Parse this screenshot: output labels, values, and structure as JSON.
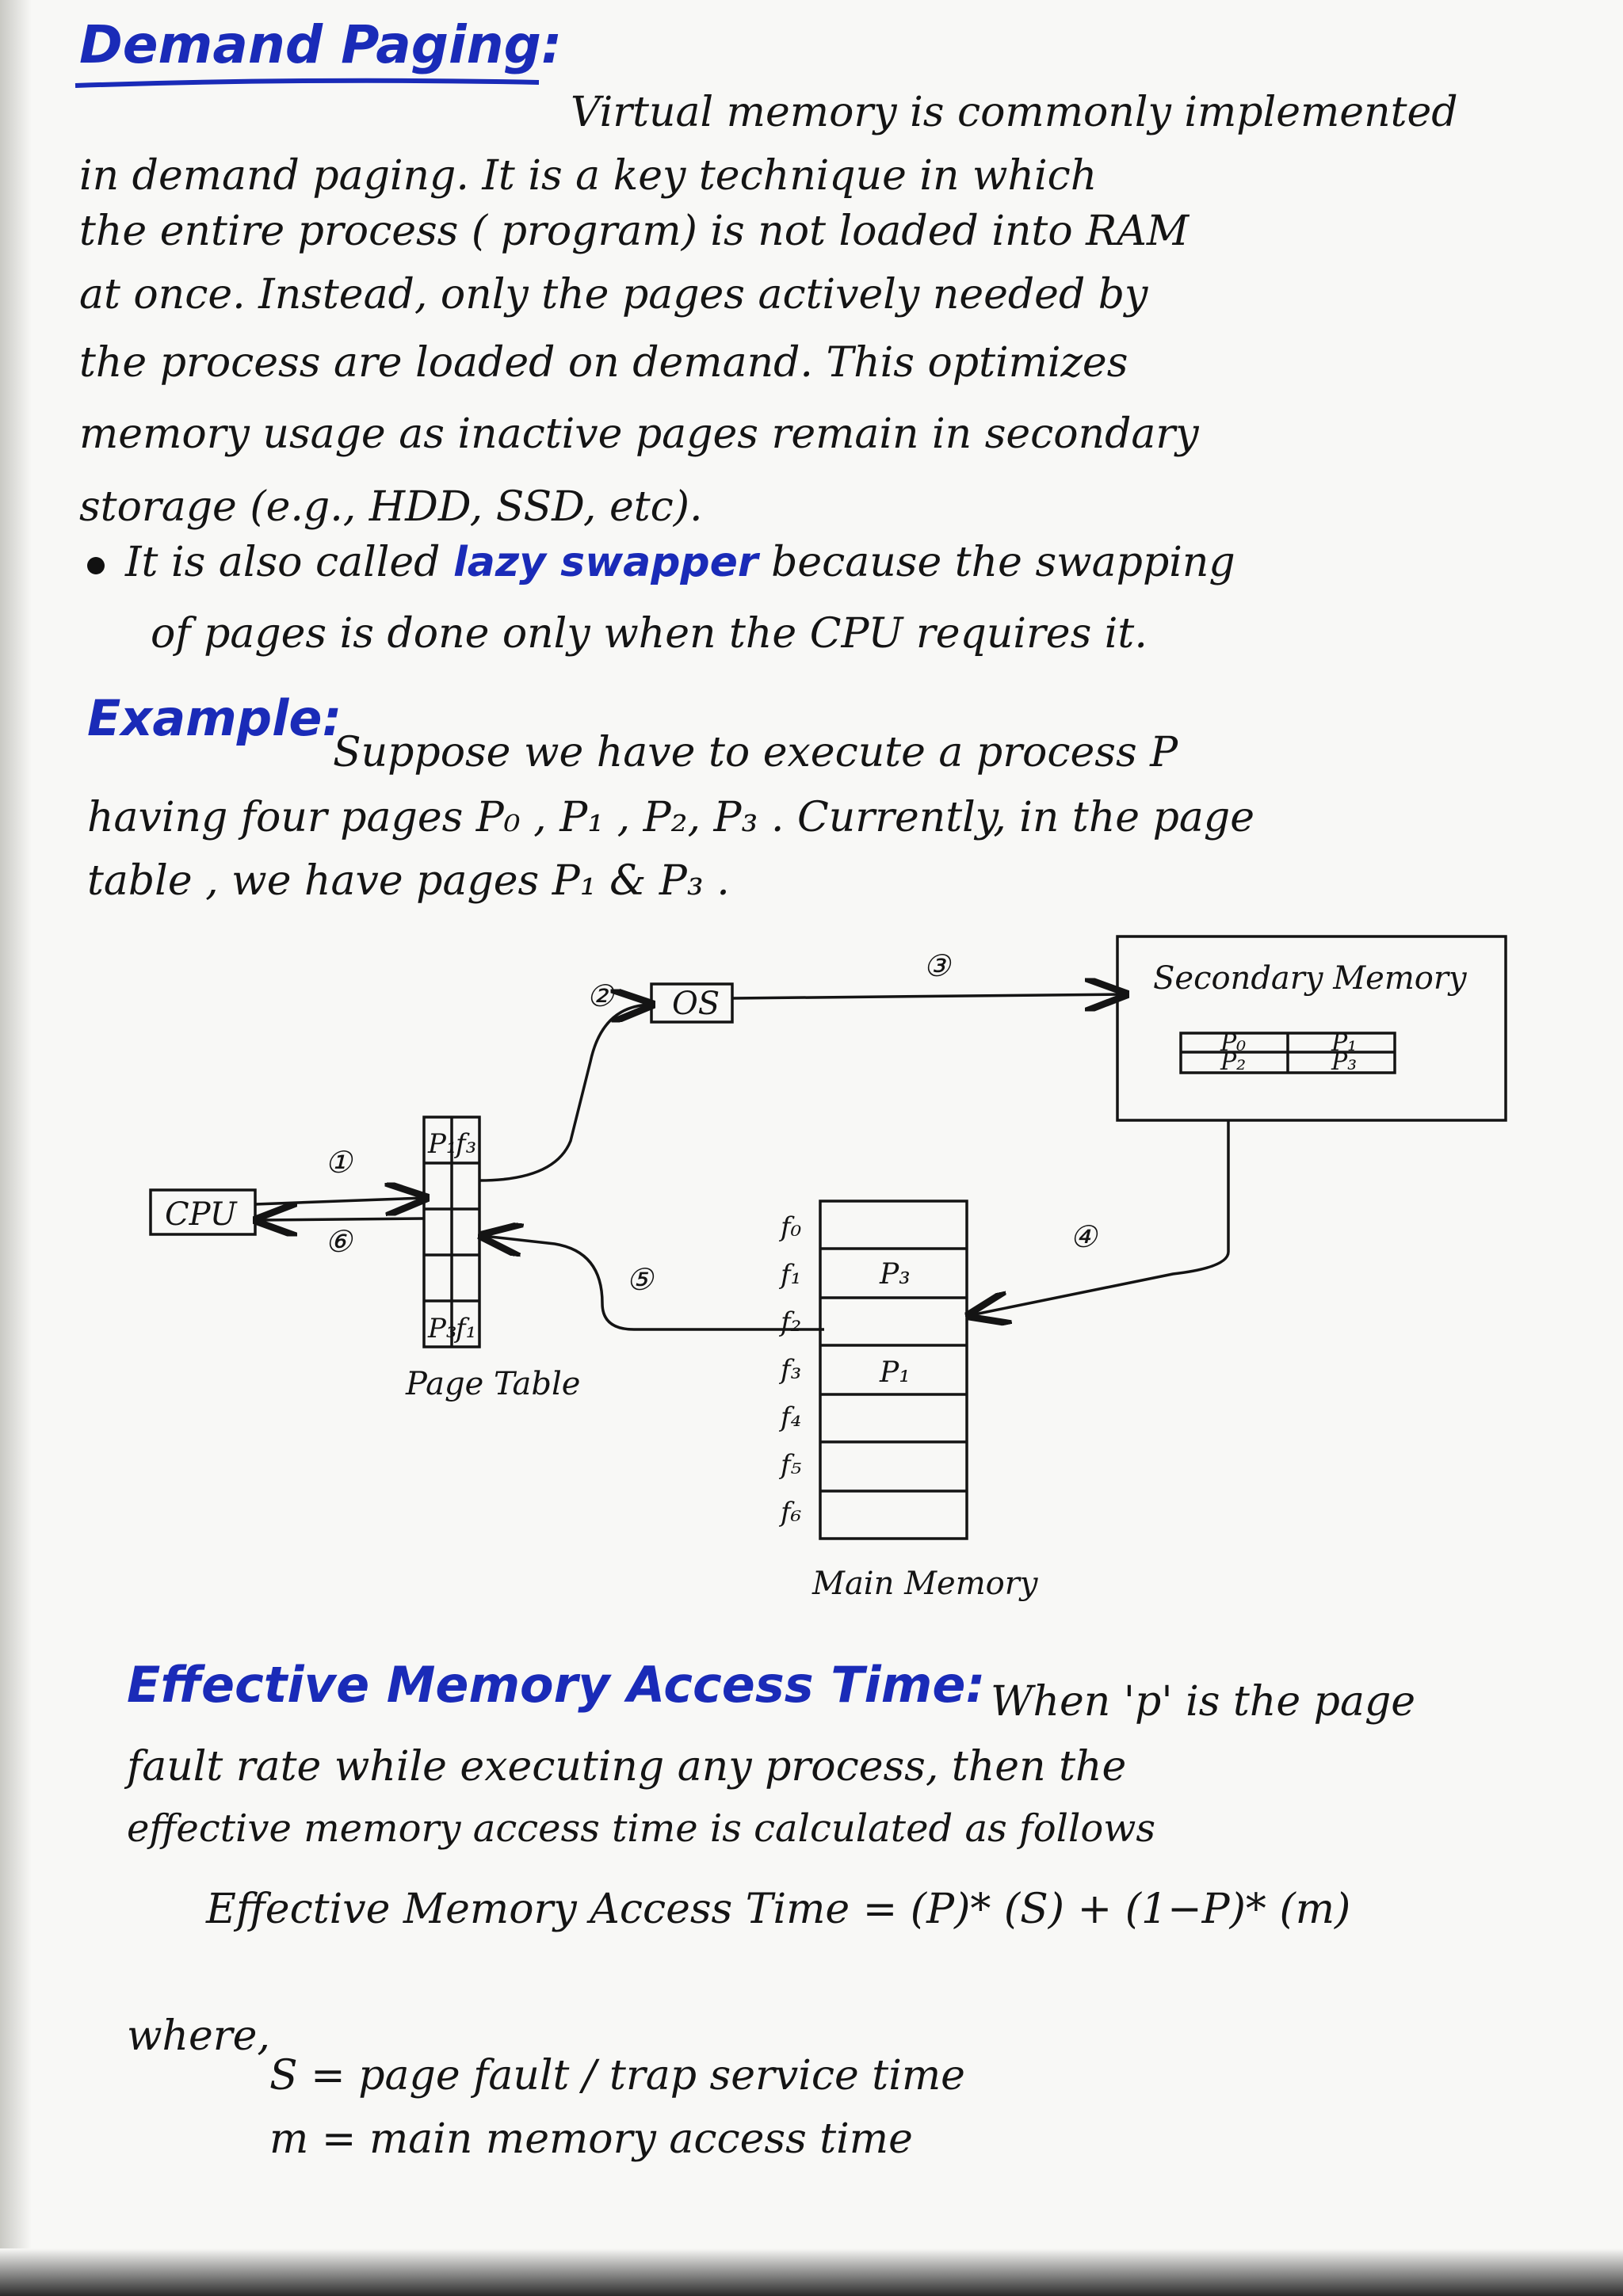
{
  "demand_paging": {
    "heading": "Demand Paging:",
    "lines": [
      "Virtual      memory      is      commonly      implemented",
      "in     demand     paging.     It     is     a     key     technique     in     which",
      "the     entire     process  ( program)     is     not     loaded     into     RAM",
      "at     once.     Instead,     only     the     pages     actively     needed     by",
      "the     process     are     loaded     on     demand.     This     optimizes",
      "memory     usage     as     inactive     pages     remain     in     secondary",
      "storage  (e.g.,  HDD,  SSD, etc)."
    ],
    "bullet": {
      "pre": "It    is    also    called",
      "term": "lazy   swapper",
      "post": "because    the    swapping",
      "line2": "of    pages    is    done    only    when    the    CPU    requires    it."
    }
  },
  "example": {
    "heading": "Example:",
    "lines": [
      "Suppose      we      have      to      execute      a      process      P",
      "having     four     pages     P₀ ,  P₁ ,  P₂,  P₃ .   Currently,   in   the   page",
      "table ,      we      have      pages      P₁  &  P₃ ."
    ]
  },
  "diagram": {
    "cpu": "CPU",
    "os": "OS",
    "secondary_memory": "Secondary   Memory",
    "secondary_cells": [
      "P₀",
      "P₁",
      "P₂",
      "P₃"
    ],
    "page_table_caption": "Page  Table",
    "page_table_rows": [
      [
        "P₁",
        "f₃"
      ],
      [
        "",
        ""
      ],
      [
        "",
        ""
      ],
      [
        "P₃",
        "f₁"
      ]
    ],
    "main_memory_caption": "Main   Memory",
    "frame_labels": [
      "f₀",
      "f₁",
      "f₂",
      "f₃",
      "f₄",
      "f₅",
      "f₆"
    ],
    "frame_contents": [
      "",
      "P₃",
      "",
      "P₁",
      "",
      "",
      ""
    ],
    "steps": [
      "①",
      "②",
      "③",
      "④",
      "⑤",
      "⑥"
    ]
  },
  "emat": {
    "heading": "Effective   Memory   Access   Time:",
    "intro_tail": "When   'p'   is   the   page",
    "line2": "fault   rate     while     executing   any     process,   then     the",
    "line3": "effective     memory       access       time       is    calculated       as   follows",
    "formula": "Effective   Memory   Access   Time  =   (P)* (S)  +  (1−P)* (m)",
    "where_label": "where,",
    "defs": [
      "S =   page   fault / trap   service   time",
      "m =   main     memory       access      time"
    ]
  }
}
